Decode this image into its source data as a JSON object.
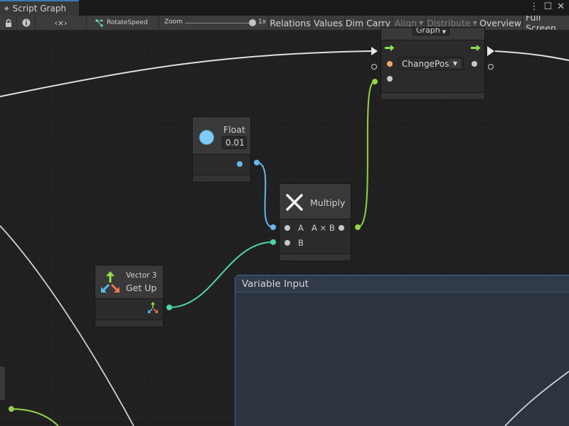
{
  "window": {
    "tab_title": "Script Graph",
    "controls": [
      "⋮",
      "☐",
      "✕"
    ]
  },
  "toolbar": {
    "lock_icon": "lock-icon",
    "info_icon": "info-icon",
    "code_label": "‹×›",
    "graph_name": "RotateSpeed",
    "zoom_label": "Zoom",
    "zoom_value": "1x",
    "zoom_fraction": 0.94,
    "relations": "Relations",
    "values": "Values",
    "dim": "Dim",
    "carry": "Carry",
    "align": "Align",
    "distribute": "Distribute",
    "overview": "Overview",
    "fullscreen": "Full Screen"
  },
  "nodes": {
    "graph_node": {
      "header": "Graph",
      "dropdown_value": "ChangePos"
    },
    "float_node": {
      "title": "Float",
      "value": "0.01"
    },
    "multiply_node": {
      "title": "Multiply",
      "input_a": "A",
      "input_b": "B",
      "output": "A × B"
    },
    "vector3_node": {
      "type": "Vector 3",
      "title": "Get Up"
    }
  },
  "group": {
    "title": "Variable Input"
  },
  "colors": {
    "float_port": "#6ab6ec",
    "vector_port": "#4fd6a2",
    "flow_port": "#94d24a",
    "object_port": "#f0a86a",
    "group_border": "#3c6aa0"
  }
}
